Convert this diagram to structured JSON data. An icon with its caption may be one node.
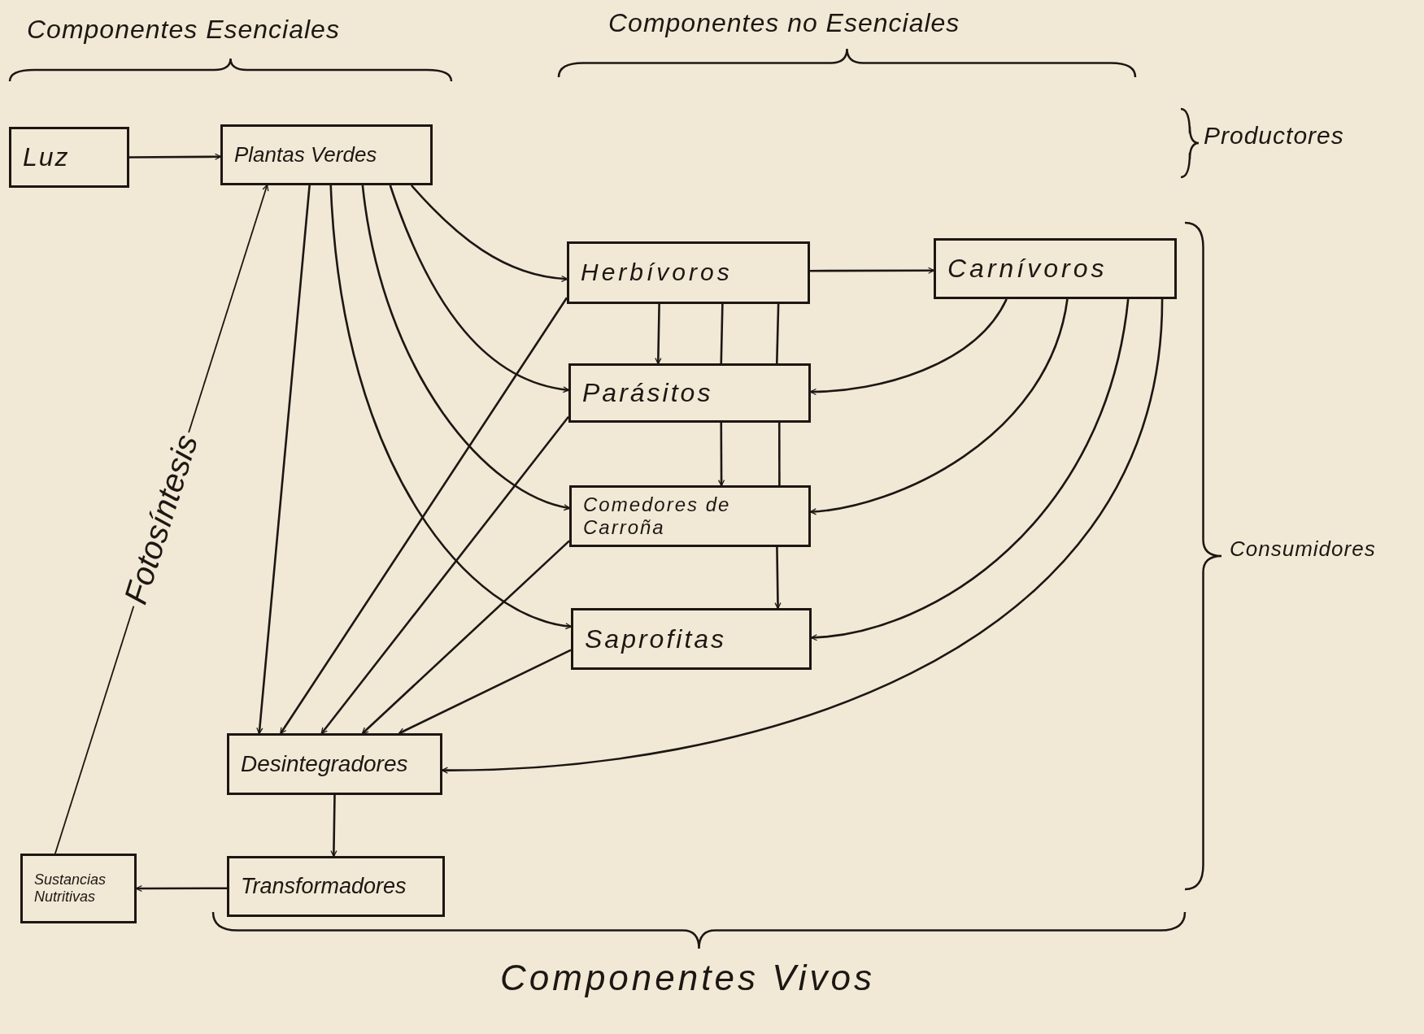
{
  "diagram": {
    "nodes": [
      {
        "text": [
          "Luz"
        ]
      },
      {
        "text": [
          "Plantas Verdes"
        ]
      },
      {
        "text": [
          "Herbívoros"
        ]
      },
      {
        "text": [
          "Carnívoros"
        ]
      },
      {
        "text": [
          "Parásitos"
        ]
      },
      {
        "text": [
          "Comedores de Carroña"
        ]
      },
      {
        "text": [
          "Saprofitas"
        ]
      },
      {
        "text": [
          "Desintegradores"
        ]
      },
      {
        "text": [
          "Transformadores"
        ]
      },
      {
        "text": [
          "Sustancias Nutritivas"
        ]
      }
    ],
    "edges": [
      {
        "from": 0,
        "to": 1,
        "arrow": "to"
      },
      {
        "from": 1,
        "to": 2,
        "arrow": "to"
      },
      {
        "from": 1,
        "to": 4,
        "arrow": "to"
      },
      {
        "from": 1,
        "to": 5,
        "arrow": "to"
      },
      {
        "from": 1,
        "to": 6,
        "arrow": "to"
      },
      {
        "from": 1,
        "to": 7,
        "arrow": "to"
      },
      {
        "from": 2,
        "to": 3,
        "arrow": "to"
      },
      {
        "from": 2,
        "to": 4,
        "arrow": "to"
      },
      {
        "from": 2,
        "to": 4,
        "arrow": "none"
      },
      {
        "from": 2,
        "to": 4,
        "arrow": "none"
      },
      {
        "from": 2,
        "to": 7,
        "arrow": "to"
      },
      {
        "from": 4,
        "to": 7,
        "arrow": "to"
      },
      {
        "from": 5,
        "to": 7,
        "arrow": "to"
      },
      {
        "from": 6,
        "to": 7,
        "arrow": "to"
      },
      {
        "from": 3,
        "to": 4,
        "arrow": "to"
      },
      {
        "from": 3,
        "to": 5,
        "arrow": "to"
      },
      {
        "from": 3,
        "to": 6,
        "arrow": "to"
      },
      {
        "from": 3,
        "to": 7,
        "arrow": "to"
      },
      {
        "from": 7,
        "to": 8,
        "arrow": "to"
      },
      {
        "from": 8,
        "to": 9,
        "arrow": "to"
      },
      {
        "from": 9,
        "to": 1,
        "arrow": "to",
        "label": "Fotosíntesis"
      },
      {
        "from": 4,
        "to": 5,
        "arrow": "to"
      },
      {
        "from": 4,
        "to": 5,
        "arrow": "none"
      },
      {
        "from": 5,
        "to": 6,
        "arrow": "to"
      }
    ],
    "labels": [
      "Componentes Esenciales",
      "Componentes no Esenciales",
      "Productores",
      "Consumidores",
      "Componentes Vivos"
    ]
  }
}
